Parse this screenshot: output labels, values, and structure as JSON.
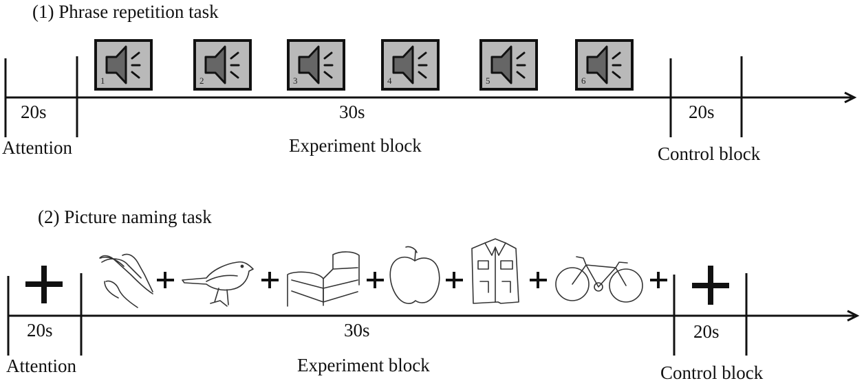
{
  "panels": [
    {
      "title": "(1)  Phrase repetition task",
      "segments": {
        "attention": {
          "duration": "20s",
          "label": "Attention"
        },
        "experiment": {
          "duration": "30s",
          "label": "Experiment block"
        },
        "control": {
          "duration": "20s",
          "label": "Control block"
        }
      },
      "stimuli": [
        {
          "type": "speaker-icon",
          "number": "1"
        },
        {
          "type": "speaker-icon",
          "number": "2"
        },
        {
          "type": "speaker-icon",
          "number": "3"
        },
        {
          "type": "speaker-icon",
          "number": "4"
        },
        {
          "type": "speaker-icon",
          "number": "5"
        },
        {
          "type": "speaker-icon",
          "number": "6"
        }
      ]
    },
    {
      "title": "(2)  Picture naming  task",
      "segments": {
        "attention": {
          "duration": "20s",
          "label": "Attention"
        },
        "experiment": {
          "duration": "30s",
          "label": "Experiment block"
        },
        "control": {
          "duration": "20s",
          "label": "Control block"
        }
      },
      "stimuli": [
        {
          "type": "hand-picture"
        },
        {
          "type": "bird-picture"
        },
        {
          "type": "bed-picture"
        },
        {
          "type": "apple-picture"
        },
        {
          "type": "jacket-picture"
        },
        {
          "type": "bicycle-picture"
        }
      ],
      "fixation_symbol": "+"
    }
  ],
  "colors": {
    "speaker_box_fill": "#b9b9b9",
    "speaker_fill": "#666666",
    "line": "#111111"
  }
}
